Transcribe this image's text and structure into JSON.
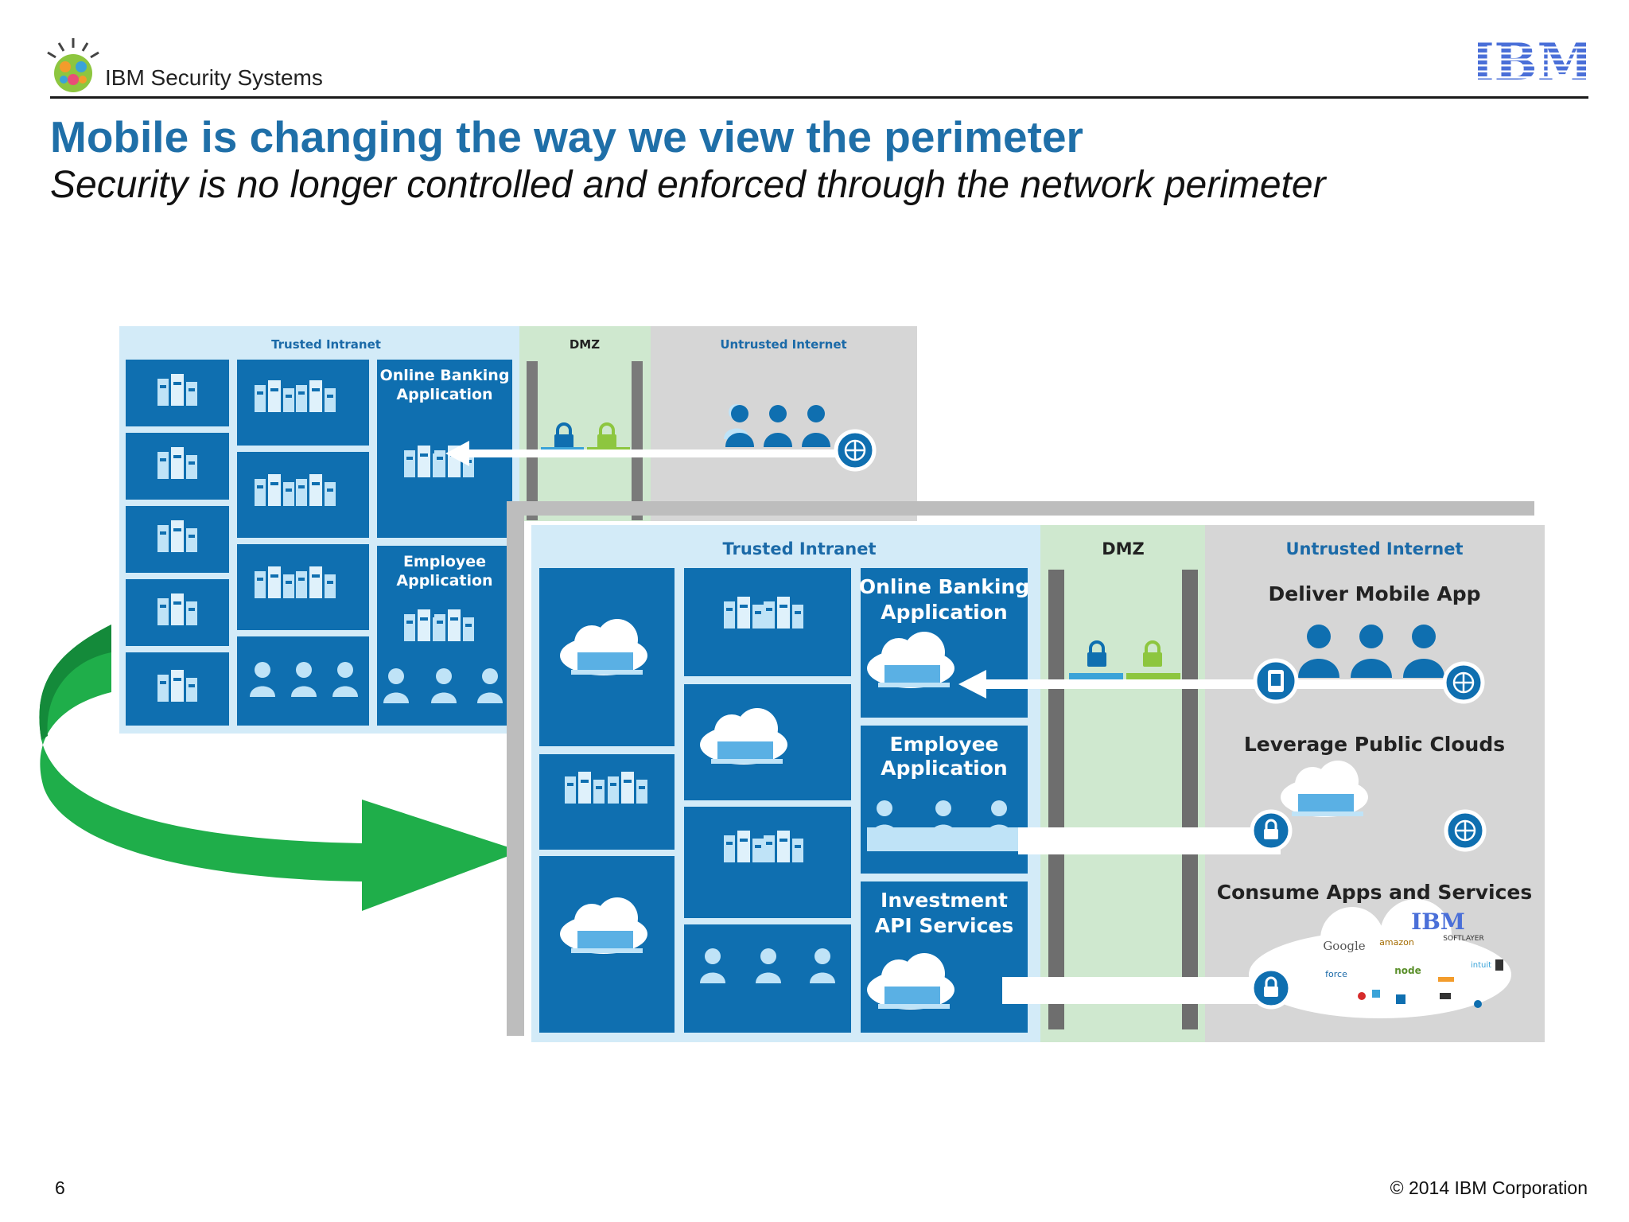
{
  "header": {
    "brand": "IBM Security Systems",
    "ibm_logo": "IBM",
    "title": "Mobile is changing the way we view the perimeter",
    "subtitle": "Security is no longer controlled and enforced through the network perimeter"
  },
  "diagram_before": {
    "zones": [
      "Trusted Intranet",
      "DMZ",
      "Untrusted Internet"
    ],
    "apps": [
      "Online Banking Application",
      "Employee Application"
    ]
  },
  "diagram_after": {
    "zones": [
      "Trusted Intranet",
      "DMZ",
      "Untrusted Internet"
    ],
    "apps": [
      "Online Banking Application",
      "Employee Application",
      "Investment API Services"
    ],
    "internet_sections": [
      "Deliver Mobile App",
      "Leverage Public Clouds",
      "Consume Apps and Services"
    ],
    "cloud_logos": [
      "IBM",
      "Google",
      "amazon",
      "SOFTLAYER",
      "force",
      "node",
      "intuit"
    ]
  },
  "footer": {
    "page_number": "6",
    "copyright": "© 2014 IBM Corporation"
  },
  "colors": {
    "title_blue": "#1f6fa8",
    "tile_blue": "#0f6fb0",
    "intranet_bg": "#d3ebf8",
    "dmz_bg": "#cfe8cf",
    "internet_bg": "#d6d6d6",
    "arrow_green": "#1fae4a",
    "lock_green": "#8dc63f"
  }
}
